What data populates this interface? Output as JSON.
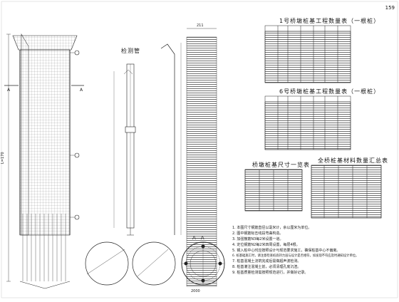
{
  "page_number": "159",
  "tables": {
    "t1_title": "1号桥墩桩基工程数量表（一根桩）",
    "t2_title": "6号桥墩桩基工程数量表（一根桩）",
    "t3_title": "桥墩桩基尺寸一览表",
    "t4_title": "全桥桩基材料数量汇总表"
  },
  "drawing_labels": {
    "detect_tube": "检测管",
    "section_aa": "A—A",
    "section_mark": "A",
    "dim_top": "211",
    "dim_left": "L=170",
    "dim_bottom": "2000"
  },
  "notes": {
    "n1": "1. 本图尺寸钢筋直径以毫米计，余以厘米为单位。",
    "n2": "2. 图中钢筋标志线段弯曲构造。",
    "n3": "3. 加强箍筋N3每2米设置一道。",
    "n4": "4. 定位钢筋N2每2米四周设置，每层4根。",
    "n5": "5. 钢入桩中心时应按照设计与规范要求施工，确保桩基中心不偏离。",
    "n6": "6. 桩基础施工时，请注意检查桩底持力层与设计是否相符，如发现不符应及时通知设计单位。",
    "n7": "7. 桩基混凝土浇筑完成后需做超声波检测。",
    "n8": "8. 桩基灌注混凝土前，必须清理孔底沉渣。",
    "n9": "9. 桩基质量检测需按照规范进行，并做好记录。"
  }
}
